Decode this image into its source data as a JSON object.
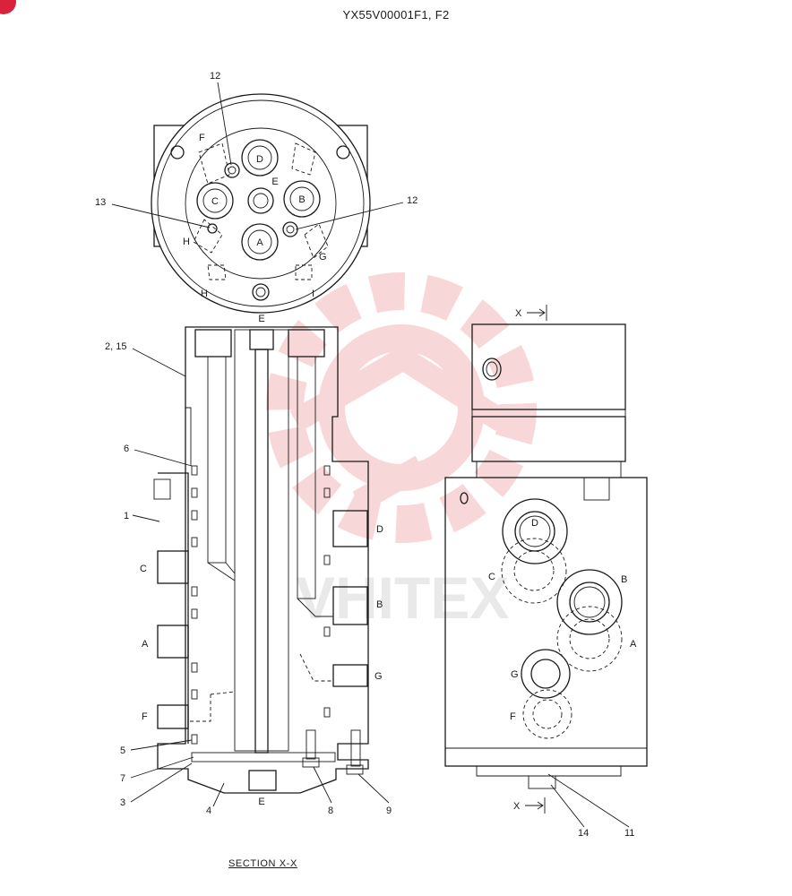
{
  "header": {
    "title": "YX55V00001F1, F2"
  },
  "badge_color": "#d9233a",
  "watermark": {
    "text": "VHITEX",
    "color": "#f3b7b9"
  },
  "top_view": {
    "ports": [
      "D",
      "C",
      "E",
      "B",
      "A"
    ],
    "letters": [
      "F",
      "H",
      "G",
      "H",
      "I"
    ],
    "callouts": [
      "12",
      "13",
      "12"
    ]
  },
  "front_section": {
    "top_label": "E",
    "bottom_label": "E",
    "side_labels": [
      "D",
      "C",
      "B",
      "A",
      "G",
      "F"
    ],
    "callouts": [
      "2, 15",
      "6",
      "1",
      "5",
      "7",
      "3",
      "4",
      "8",
      "9"
    ]
  },
  "side_view": {
    "section_top": "X",
    "section_bottom": "X",
    "ports": [
      "D",
      "C",
      "B",
      "A",
      "G",
      "F"
    ],
    "callouts": [
      "14",
      "11"
    ]
  },
  "caption": "SECTION  X-X"
}
